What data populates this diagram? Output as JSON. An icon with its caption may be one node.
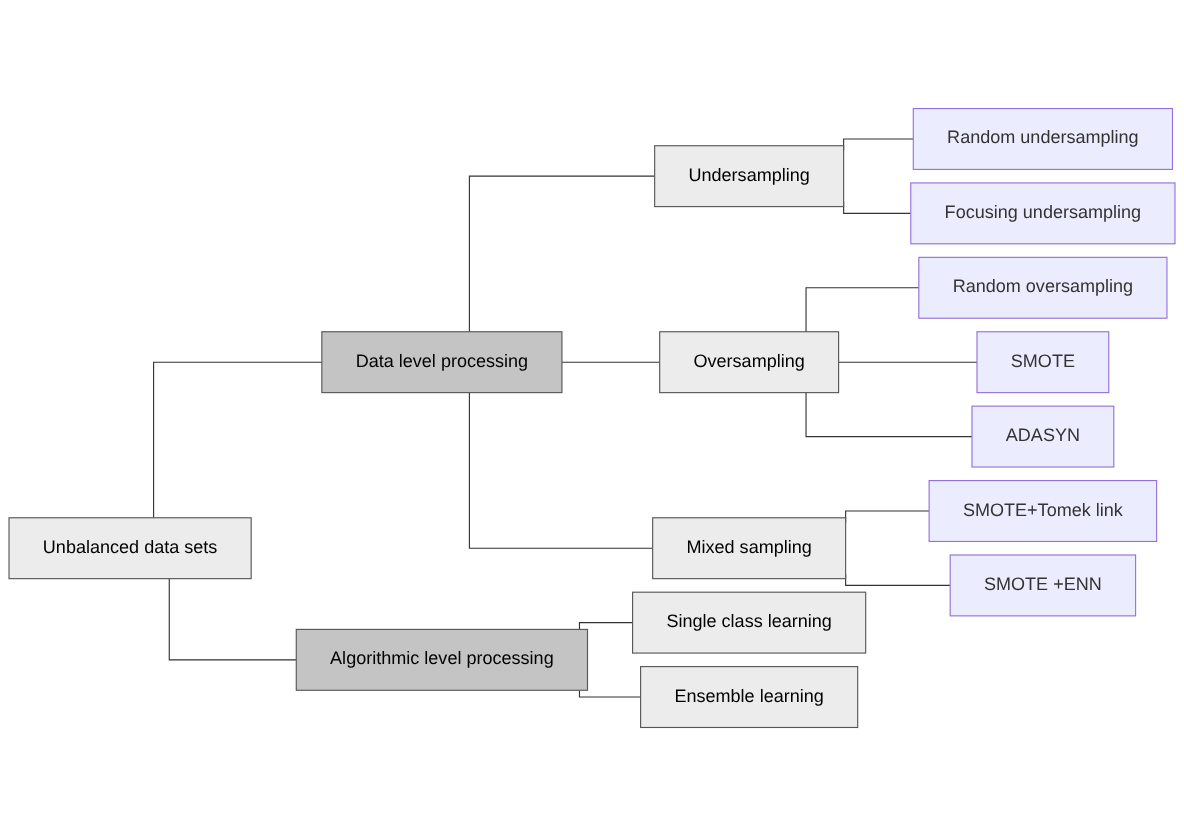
{
  "diagram": {
    "nodes": [
      {
        "text": [
          "Unbalanced data sets"
        ]
      },
      {
        "text": [
          "Data level processing"
        ]
      },
      {
        "text": [
          "Undersampling"
        ]
      },
      {
        "text": [
          "Random undersampling"
        ]
      },
      {
        "text": [
          "Focusing undersampling"
        ]
      },
      {
        "text": [
          "Oversampling"
        ]
      },
      {
        "text": [
          "Random oversampling"
        ]
      },
      {
        "text": [
          "SMOTE"
        ]
      },
      {
        "text": [
          "ADASYN"
        ]
      },
      {
        "text": [
          "Mixed sampling"
        ]
      },
      {
        "text": [
          "SMOTE+Tomek link"
        ]
      },
      {
        "text": [
          "SMOTE +ENN"
        ]
      },
      {
        "text": [
          "Algorithmic level processing"
        ]
      },
      {
        "text": [
          "Single class learning"
        ]
      },
      {
        "text": [
          "Ensemble learning"
        ]
      }
    ],
    "edges": [
      {
        "from": 0,
        "to": 1,
        "arrow": "none"
      },
      {
        "from": 0,
        "to": 12,
        "arrow": "none"
      },
      {
        "from": 1,
        "to": 2,
        "arrow": "none"
      },
      {
        "from": 1,
        "to": 5,
        "arrow": "none"
      },
      {
        "from": 1,
        "to": 9,
        "arrow": "none"
      },
      {
        "from": 2,
        "to": 3,
        "arrow": "none"
      },
      {
        "from": 2,
        "to": 4,
        "arrow": "none"
      },
      {
        "from": 5,
        "to": 6,
        "arrow": "none"
      },
      {
        "from": 5,
        "to": 7,
        "arrow": "none"
      },
      {
        "from": 5,
        "to": 8,
        "arrow": "none"
      },
      {
        "from": 9,
        "to": 10,
        "arrow": "none"
      },
      {
        "from": 9,
        "to": 11,
        "arrow": "none"
      },
      {
        "from": 12,
        "to": 13,
        "arrow": "none"
      },
      {
        "from": 12,
        "to": 14,
        "arrow": "none"
      }
    ]
  }
}
